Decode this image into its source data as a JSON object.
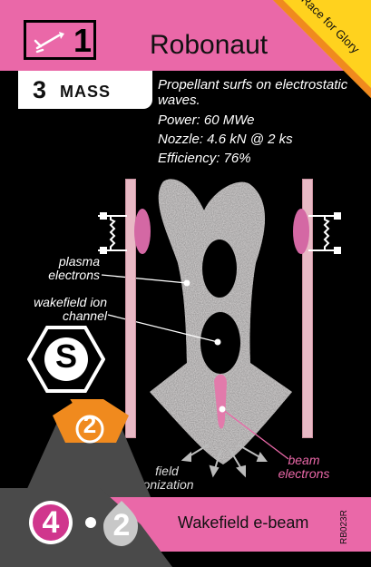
{
  "card": {
    "thrust": "1",
    "title": "Robonaut",
    "ribbon": "Race for Glory",
    "mass_value": "3",
    "mass_label": "MASS",
    "description": "Propellant surfs on electrostatic waves.",
    "power": "Power: 60 MWe",
    "nozzle": "Nozzle: 4.6 kN @ 2 ks",
    "efficiency": "Efficiency: 76%",
    "labels": {
      "plasma_electrons": "plasma electrons",
      "wakefield": "wakefield ion channel",
      "beam_electrons": "beam electrons",
      "field_ionization": "field ionization"
    },
    "type_letter": "S",
    "cost_badge": "2",
    "left_circle": "4",
    "right_circle": "2",
    "footer_name": "Wakefield e-beam",
    "code": "RB023R"
  },
  "colors": {
    "accent": "#ea68a8",
    "orange": "#f08a1e",
    "yellow": "#ffd21e"
  }
}
